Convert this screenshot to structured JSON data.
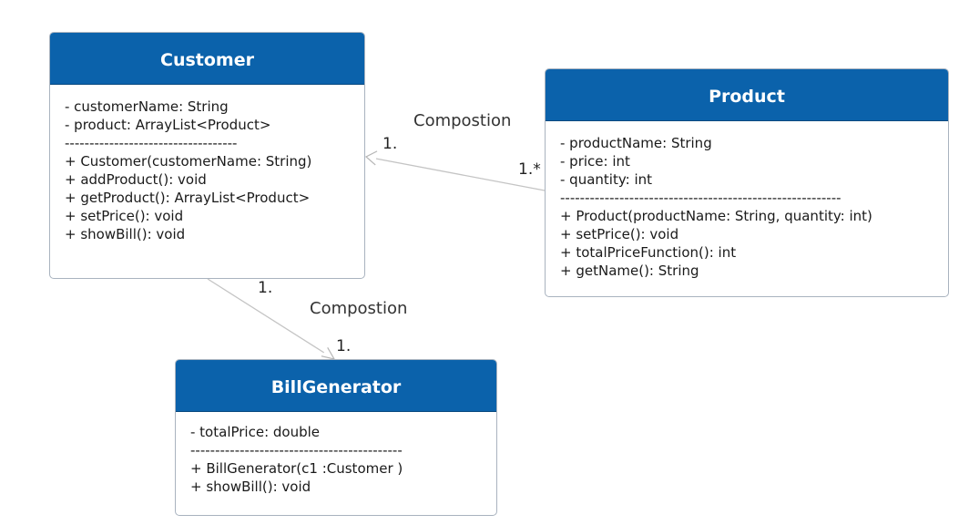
{
  "classes": {
    "customer": {
      "name": "Customer",
      "attributes": [
        "- customerName: String",
        "- product: ArrayList<Product>"
      ],
      "separator": "-----------------------------------",
      "operations": [
        "+ Customer(customerName: String)",
        "+ addProduct(): void",
        "+ getProduct(): ArrayList<Product>",
        "+ setPrice(): void",
        "+ showBill(): void"
      ]
    },
    "product": {
      "name": "Product",
      "attributes": [
        "- productName: String",
        "- price: int",
        "- quantity: int"
      ],
      "separator": "---------------------------------------------------------",
      "operations": [
        "+ Product(productName: String, quantity: int)",
        "+ setPrice(): void",
        "+ totalPriceFunction(): int",
        "+ getName(): String"
      ]
    },
    "billgenerator": {
      "name": "BillGenerator",
      "attributes": [
        "- totalPrice: double"
      ],
      "separator": "-------------------------------------------",
      "operations": [
        "+ BillGenerator(c1 :Customer )",
        "+ showBill(): void"
      ]
    }
  },
  "relations": {
    "product_customer": {
      "label": "Compostion",
      "source_multiplicity": "1.*",
      "target_multiplicity": "1."
    },
    "customer_billgenerator": {
      "label": "Compostion",
      "source_multiplicity": "1.",
      "target_multiplicity": "1."
    }
  },
  "colors": {
    "header": "#0b62ab",
    "header_text": "#ffffff",
    "border": "#a9b3bf",
    "connector": "#c4c4c4"
  }
}
